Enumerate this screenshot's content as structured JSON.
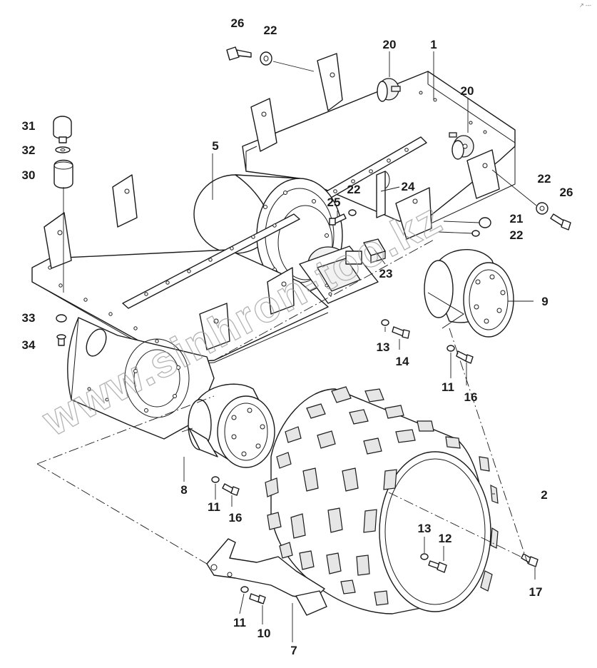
{
  "watermark": "www.sinhron-too.kz",
  "corner_mark": "↗ ---",
  "callouts": [
    {
      "id": "1",
      "label": "1"
    },
    {
      "id": "2",
      "label": "2"
    },
    {
      "id": "5",
      "label": "5"
    },
    {
      "id": "7",
      "label": "7"
    },
    {
      "id": "8",
      "label": "8"
    },
    {
      "id": "9",
      "label": "9"
    },
    {
      "id": "10",
      "label": "10"
    },
    {
      "id": "11a",
      "label": "11"
    },
    {
      "id": "11b",
      "label": "11"
    },
    {
      "id": "11c",
      "label": "11"
    },
    {
      "id": "12",
      "label": "12"
    },
    {
      "id": "13a",
      "label": "13"
    },
    {
      "id": "13b",
      "label": "13"
    },
    {
      "id": "14",
      "label": "14"
    },
    {
      "id": "16a",
      "label": "16"
    },
    {
      "id": "16b",
      "label": "16"
    },
    {
      "id": "17",
      "label": "17"
    },
    {
      "id": "20a",
      "label": "20"
    },
    {
      "id": "20b",
      "label": "20"
    },
    {
      "id": "21",
      "label": "21"
    },
    {
      "id": "22a",
      "label": "22"
    },
    {
      "id": "22b",
      "label": "22"
    },
    {
      "id": "22c",
      "label": "22"
    },
    {
      "id": "22d",
      "label": "22"
    },
    {
      "id": "23",
      "label": "23"
    },
    {
      "id": "24",
      "label": "24"
    },
    {
      "id": "25",
      "label": "25"
    },
    {
      "id": "26a",
      "label": "26"
    },
    {
      "id": "26b",
      "label": "26"
    },
    {
      "id": "30",
      "label": "30"
    },
    {
      "id": "31",
      "label": "31"
    },
    {
      "id": "32",
      "label": "32"
    },
    {
      "id": "33",
      "label": "33"
    },
    {
      "id": "34",
      "label": "34"
    }
  ]
}
